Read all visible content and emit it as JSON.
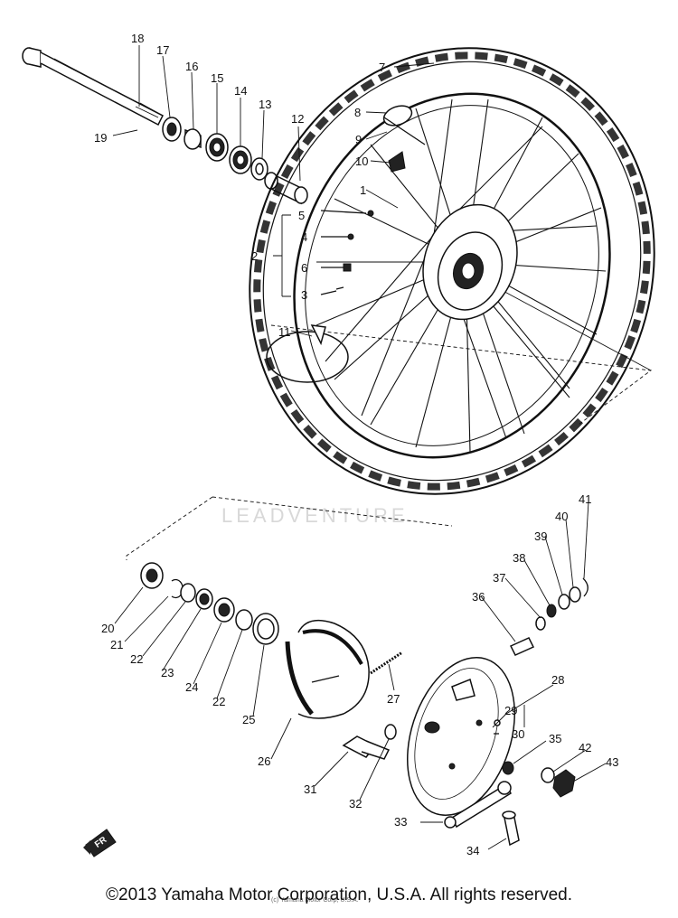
{
  "diagram": {
    "watermark": "LEADVENTURE",
    "front_marker": "FR",
    "copyright": "©2013 Yamaha Motor Corporation, U.S.A. All rights reserved.",
    "small_print": "(c) Yamaha Motor Corp, U.S.A.",
    "callouts": [
      "1",
      "2",
      "3",
      "4",
      "5",
      "6",
      "7",
      "8",
      "9",
      "10",
      "11",
      "12",
      "13",
      "14",
      "15",
      "16",
      "17",
      "18",
      "19",
      "20",
      "21",
      "22",
      "23",
      "24",
      "22",
      "25",
      "26",
      "27",
      "28",
      "29",
      "30",
      "31",
      "32",
      "33",
      "34",
      "35",
      "36",
      "37",
      "38",
      "39",
      "40",
      "41",
      "42",
      "43"
    ]
  }
}
